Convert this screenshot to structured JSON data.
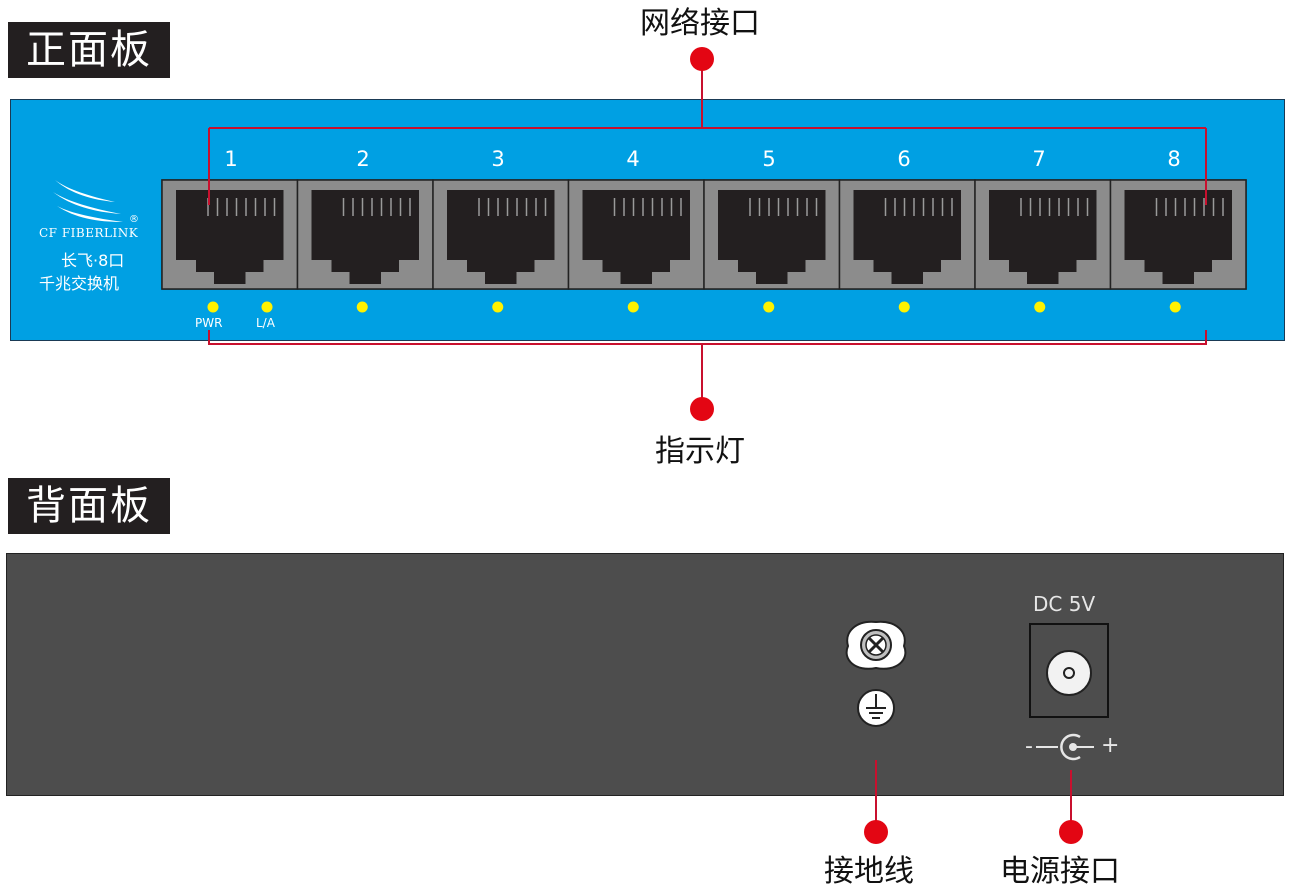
{
  "front_panel": {
    "title": "正面板",
    "brand_name": "CF FIBERLINK",
    "registered_mark": "®",
    "model_line1": "长飞·8口",
    "model_line2": "千兆交换机",
    "ports": [
      {
        "number": "1"
      },
      {
        "number": "2"
      },
      {
        "number": "3"
      },
      {
        "number": "4"
      },
      {
        "number": "5"
      },
      {
        "number": "6"
      },
      {
        "number": "7"
      },
      {
        "number": "8"
      }
    ],
    "led_labels": {
      "pwr": "PWR",
      "link_activity": "L/A"
    },
    "callout_ports": "网络接口",
    "callout_leds": "指示灯"
  },
  "back_panel": {
    "title": "背面板",
    "power_rating": "DC 5V",
    "polarity_minus": "-",
    "polarity_plus": "+",
    "callout_ground": "接地线",
    "callout_power": "电源接口"
  },
  "colors": {
    "front_panel": "#00a0e3",
    "back_panel": "#4d4d4d",
    "led": "#fff200",
    "callout_dot": "#e30613",
    "label_box": "#231f20"
  }
}
